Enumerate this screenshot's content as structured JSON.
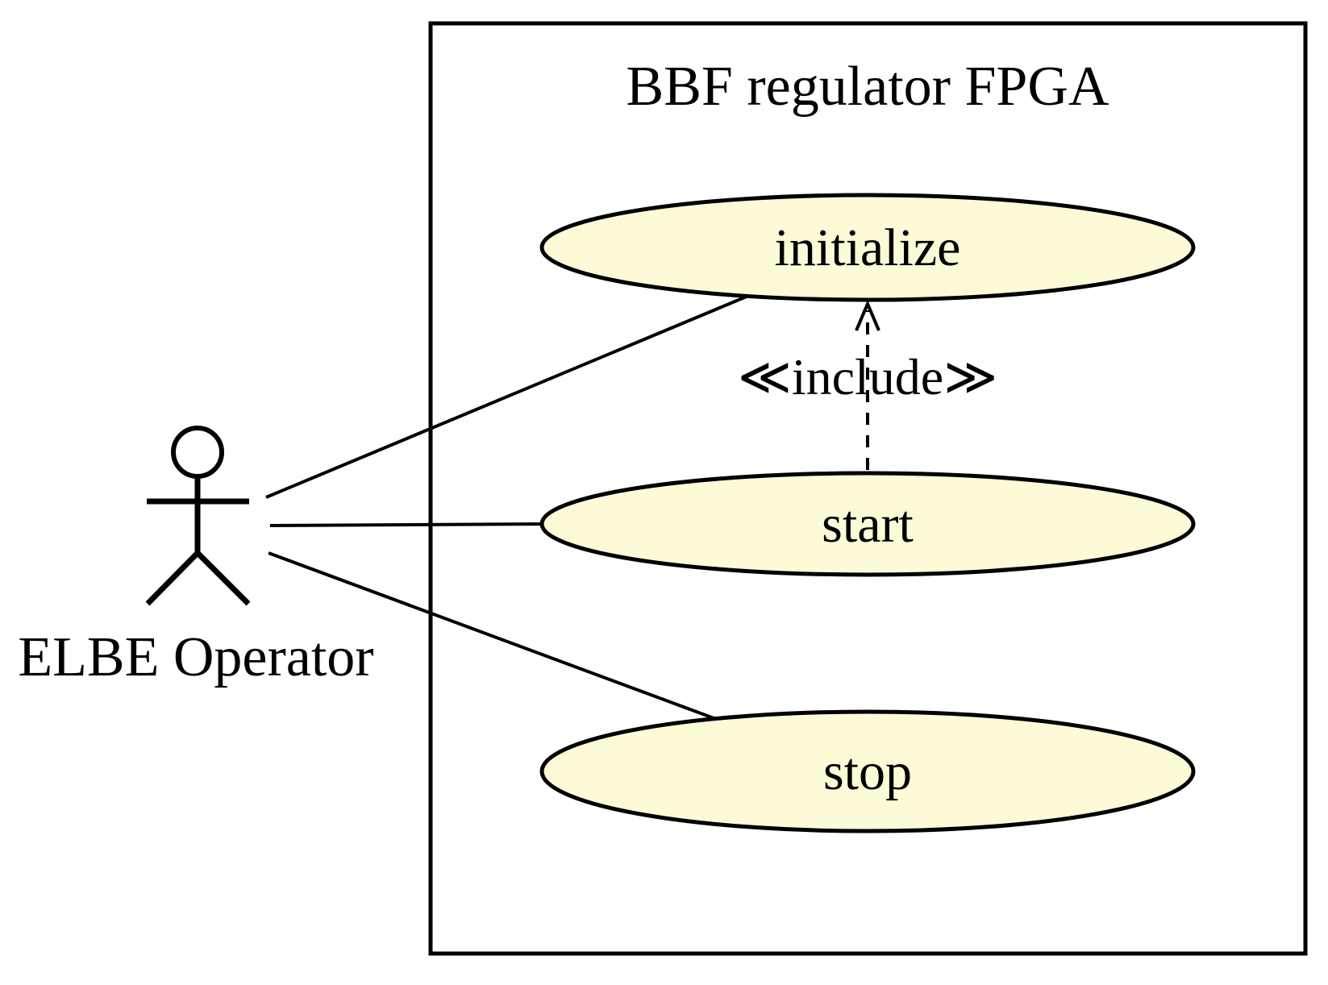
{
  "colors": {
    "use_case_fill": "#FDFAD8",
    "stroke": "#000000",
    "background": "#FFFFFF"
  },
  "system": {
    "title": "BBF regulator FPGA"
  },
  "actor": {
    "label": "ELBE Operator"
  },
  "use_cases": [
    {
      "label": "initialize"
    },
    {
      "label": "start"
    },
    {
      "label": "stop"
    }
  ],
  "relationships": {
    "include_label": "≪include≫"
  }
}
